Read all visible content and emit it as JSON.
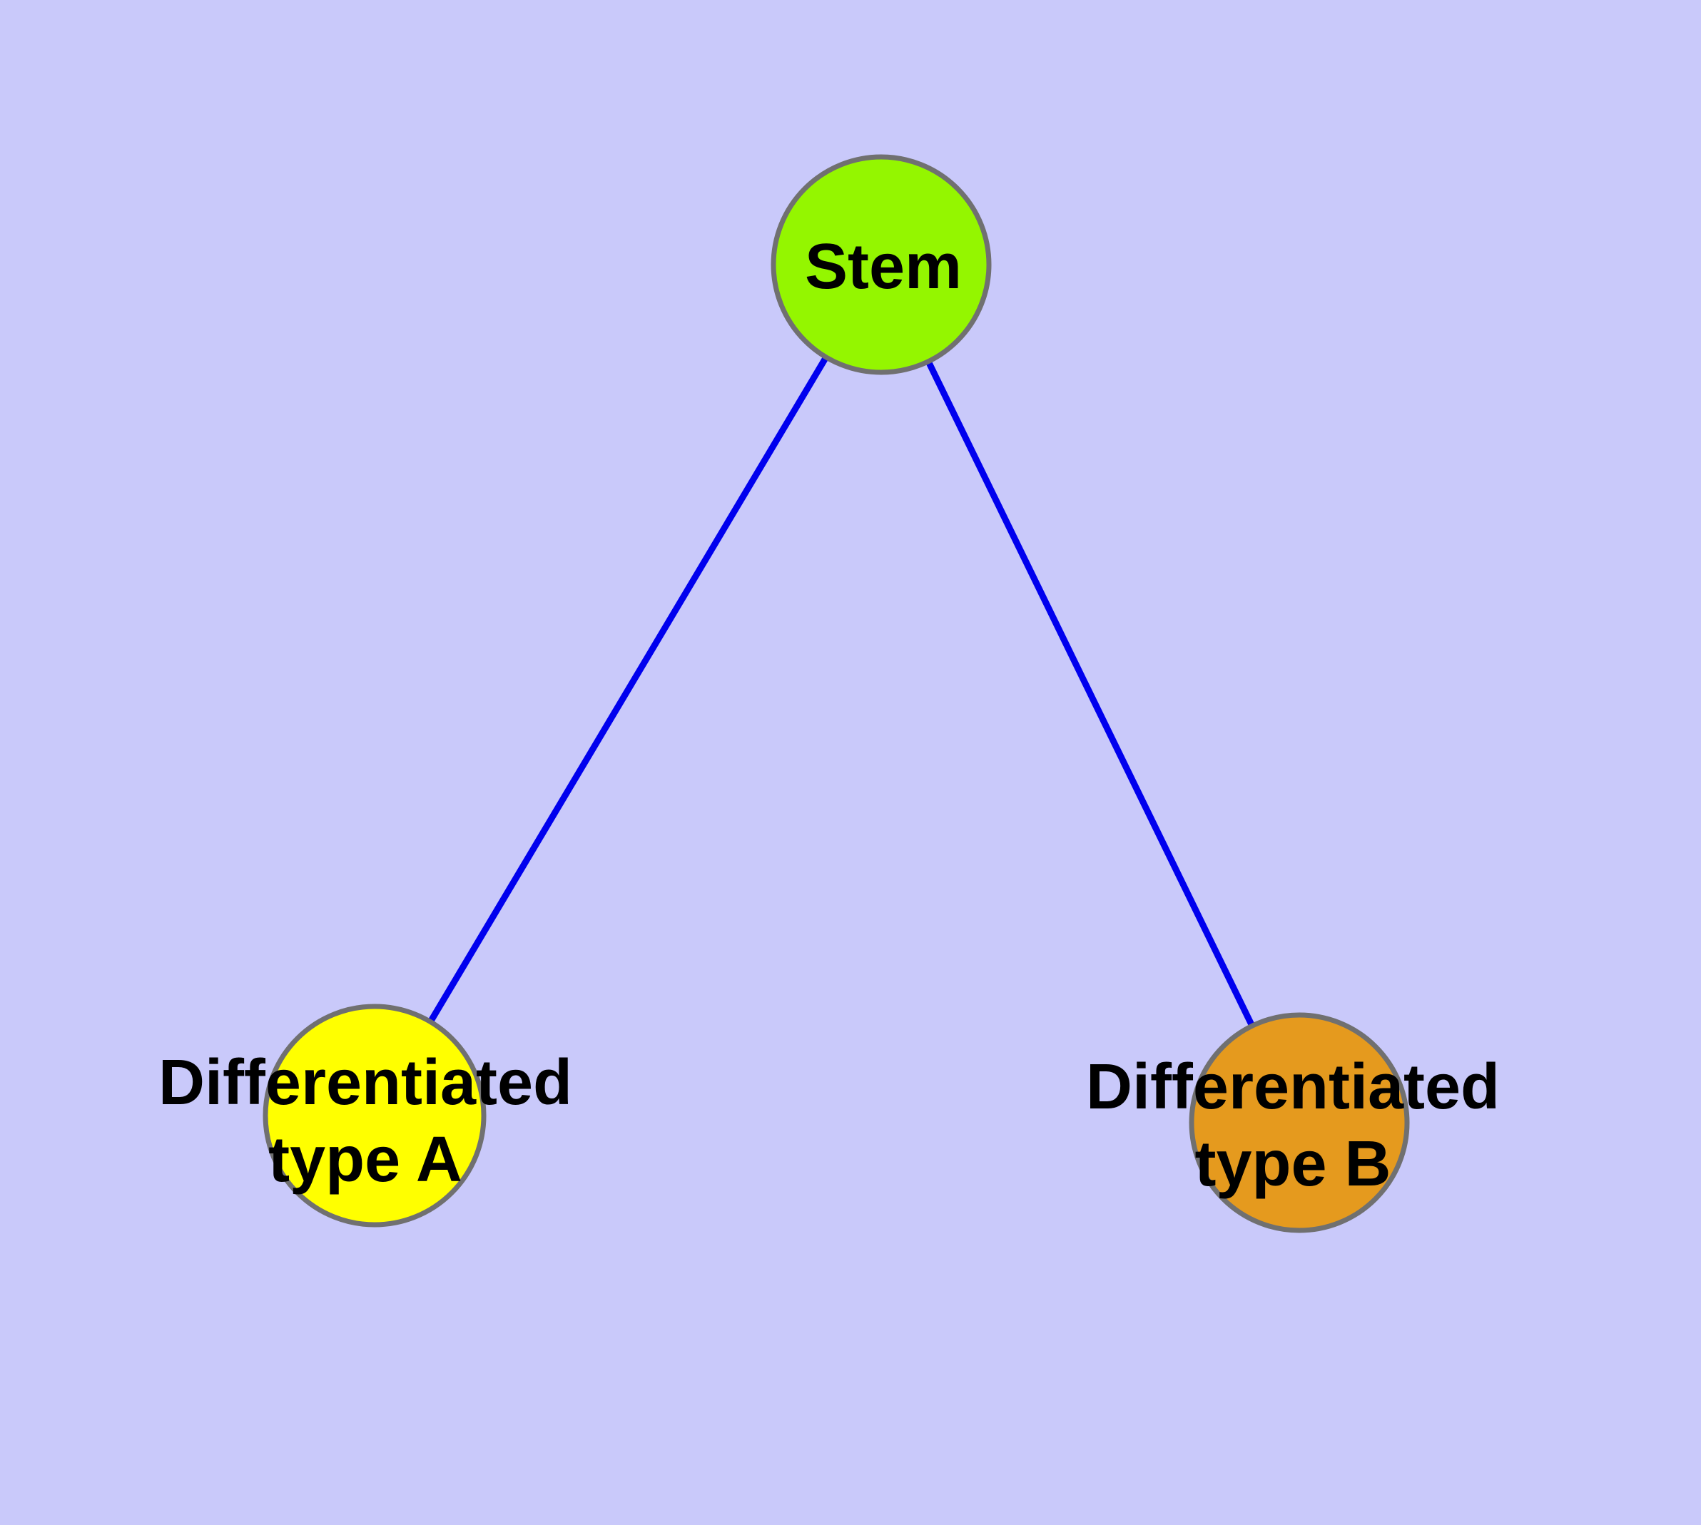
{
  "diagram": {
    "background_color": "#C9C9FA",
    "edge_color": "#0000EE",
    "node_border_color": "#707070",
    "label_color": "#000000",
    "nodes": [
      {
        "id": "stem",
        "label": "Stem",
        "fill": "#94F600"
      },
      {
        "id": "differentiated-type-a",
        "label_line1": "Differentiated",
        "label_line2": "type A",
        "fill": "#FFFF00"
      },
      {
        "id": "differentiated-type-b",
        "label_line1": "Differentiated",
        "label_line2": "type B",
        "fill": "#E59A1E"
      }
    ],
    "edges": [
      {
        "from": "stem",
        "to": "differentiated-type-a"
      },
      {
        "from": "stem",
        "to": "differentiated-type-b"
      }
    ]
  }
}
